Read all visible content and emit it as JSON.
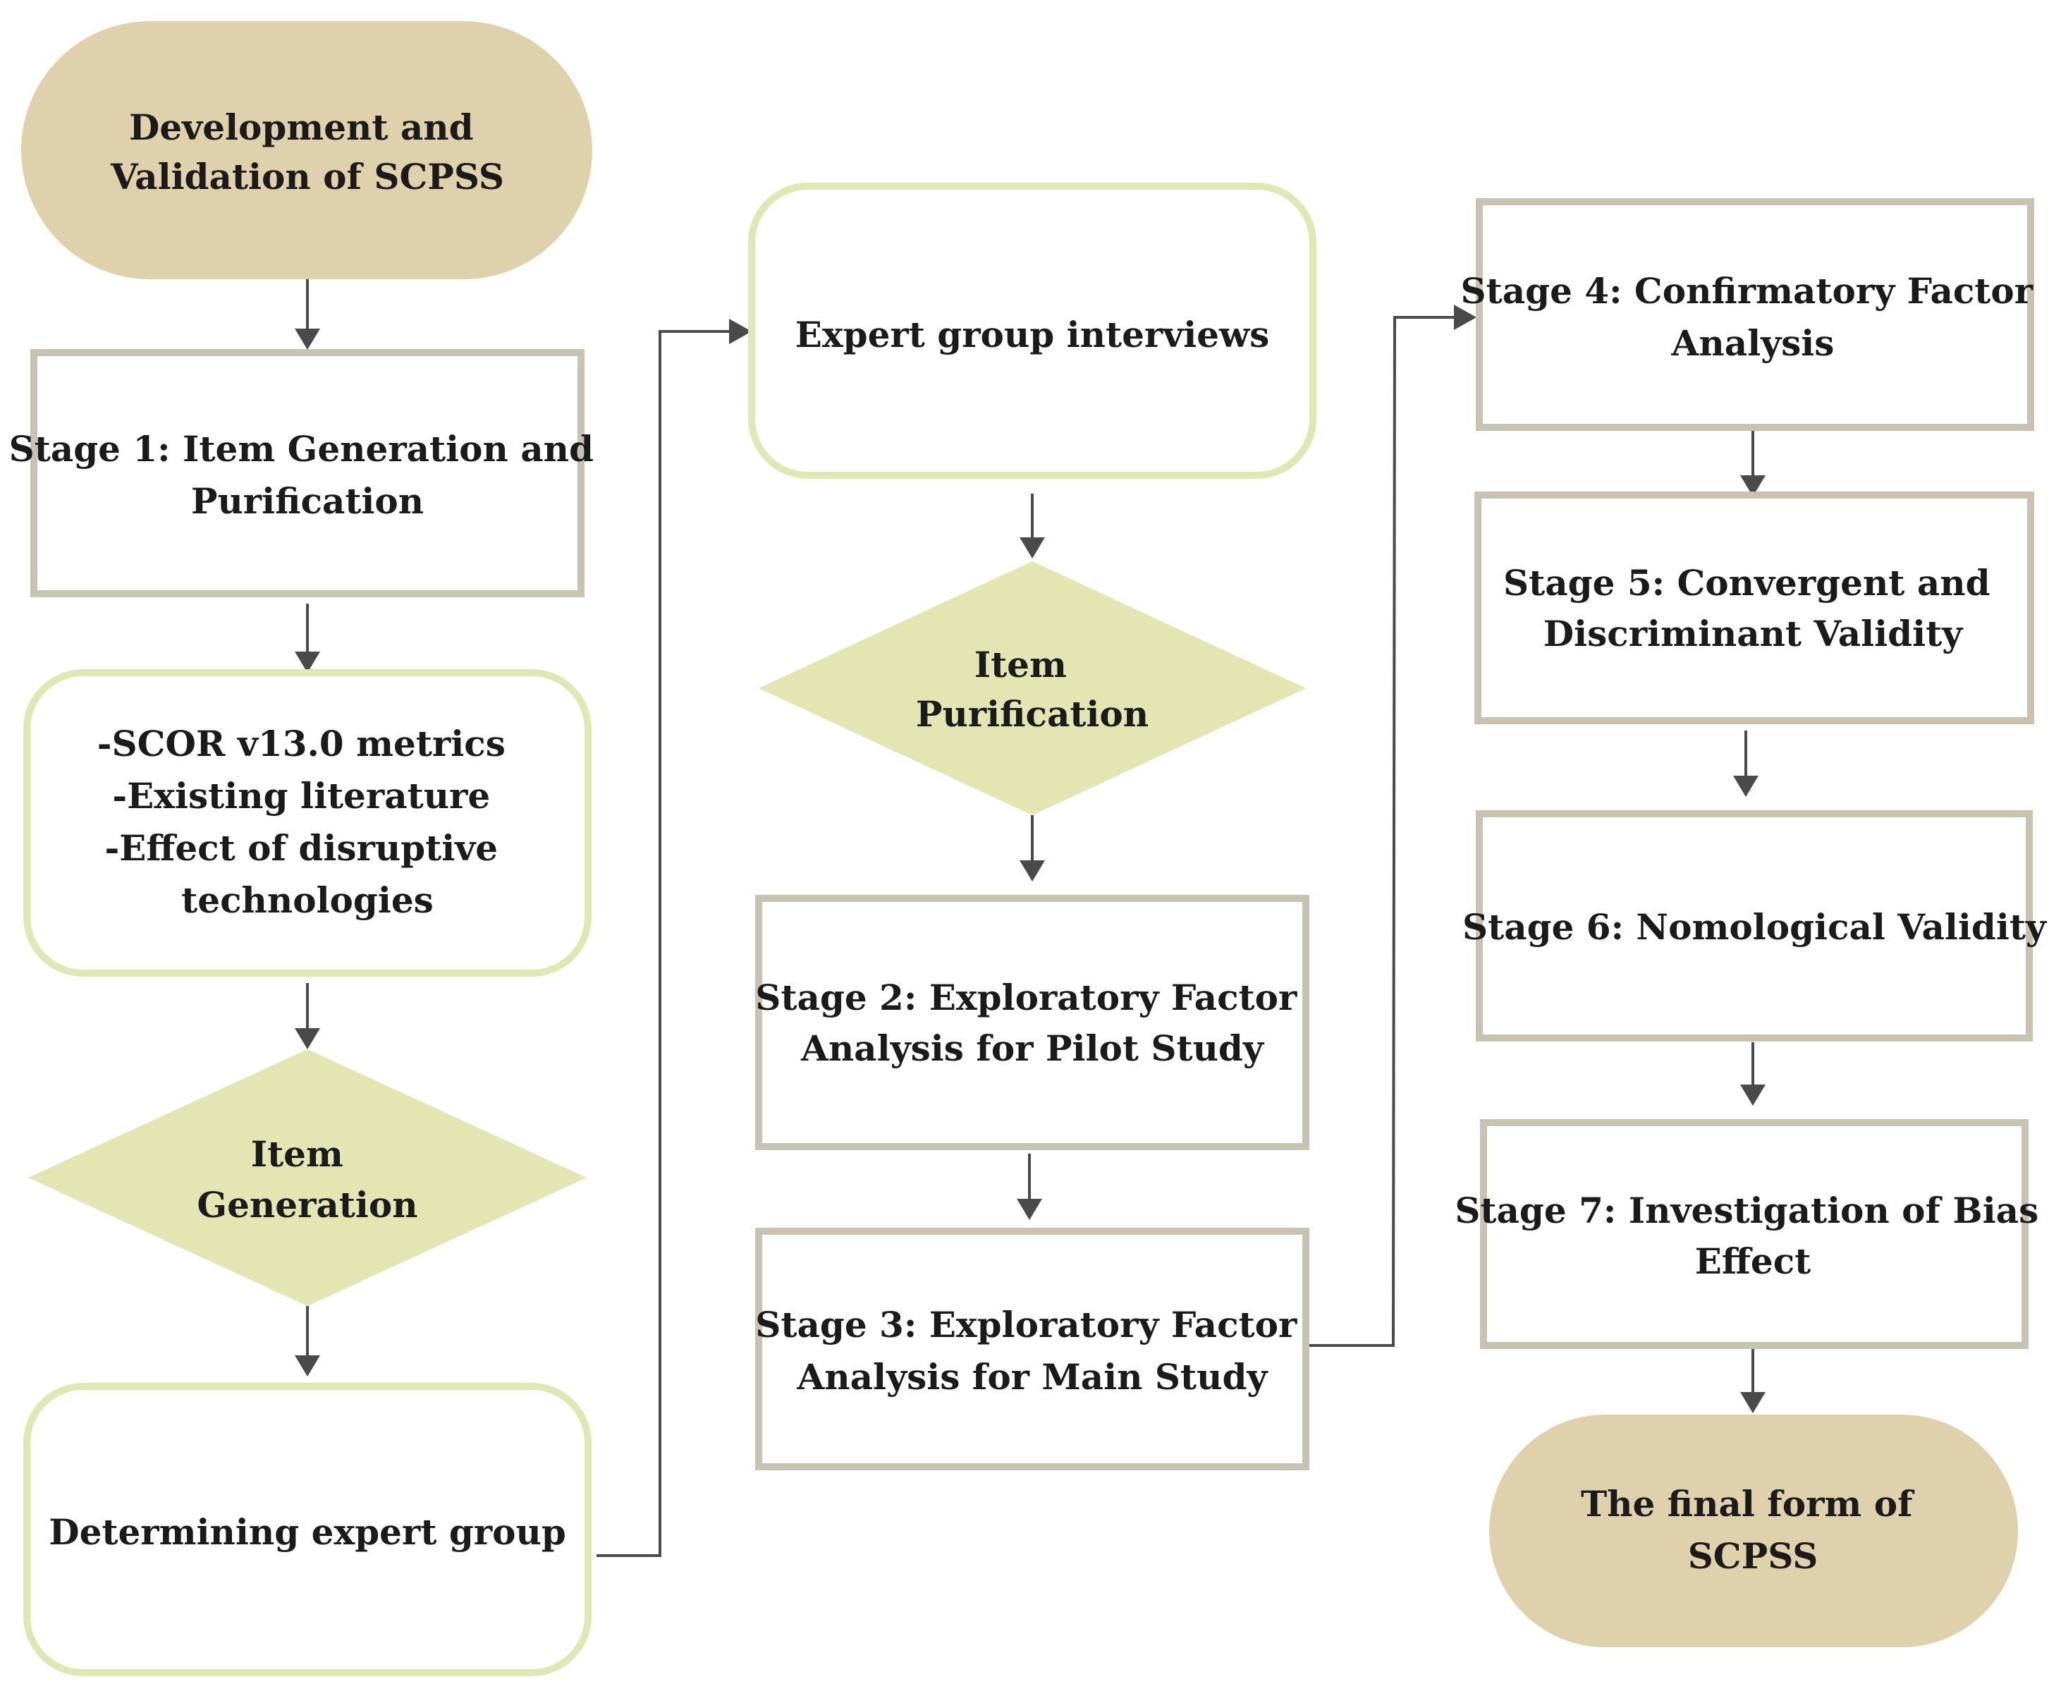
{
  "nodes": {
    "start": [
      "Development and",
      "Validation of SCPSS"
    ],
    "stage1": [
      "Stage 1: Item Generation and",
      "Purification"
    ],
    "sources": [
      "-SCOR v13.0 metrics",
      "-Existing literature",
      "-Effect of disruptive",
      "technologies"
    ],
    "item_generation": [
      "Item",
      "Generation"
    ],
    "expert_group": [
      "Determining expert group"
    ],
    "expert_interviews": [
      "Expert group interviews"
    ],
    "item_purification": [
      "Item",
      "Purification"
    ],
    "stage2": [
      "Stage 2: Exploratory Factor",
      "Analysis  for Pilot Study"
    ],
    "stage3": [
      "Stage 3: Exploratory Factor",
      "Analysis for Main Study"
    ],
    "stage4": [
      "Stage 4: Confirmatory Factor",
      "Analysis"
    ],
    "stage5": [
      "Stage 5: Convergent and",
      "Discriminant Validity"
    ],
    "stage6": [
      "Stage 6: Nomological Validity"
    ],
    "stage7": [
      "Stage 7: Investigation of Bias",
      "Effect"
    ],
    "end": [
      "The final form of",
      "SCPSS"
    ]
  },
  "colors": {
    "terminal_fill": "#e0d1ad",
    "decision_fill": "#e1e6b3",
    "gray_border": "#c8c2b2",
    "green_border": "#dfe7b4",
    "connector": "#4a4a4a"
  }
}
